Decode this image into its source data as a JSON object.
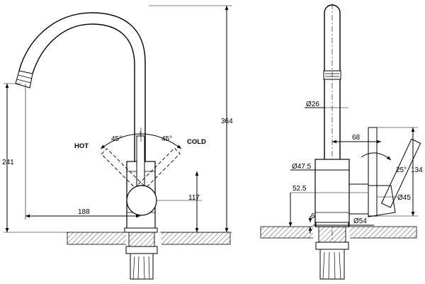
{
  "drawing": {
    "front_view": {
      "height_total": "364",
      "height_spout": "241",
      "handle_height": "117",
      "reach": "188",
      "angle_left": "45°",
      "angle_right": "45°",
      "label_hot": "HOT",
      "label_cold": "COLD"
    },
    "side_view": {
      "tube_diameter": "Ø26",
      "offset": "68",
      "body_diameter": "Ø47.5",
      "handle_angle": "25°",
      "body_height": "134",
      "base_offset": "52.5",
      "knob_diameter": "Ø45",
      "plate_thickness": "6",
      "base_diameter": "Ø54"
    }
  }
}
